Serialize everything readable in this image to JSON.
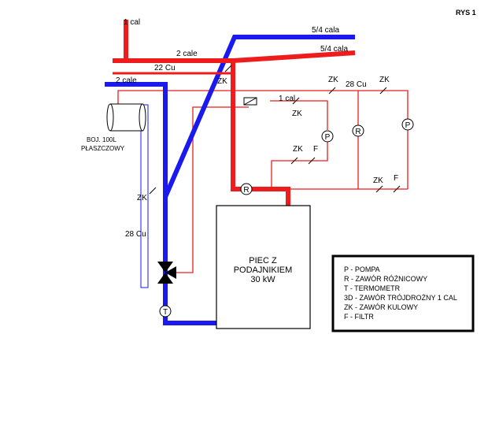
{
  "figure_label": "RYS 1",
  "pipes": {
    "red_top_short": "1 cal",
    "red_2cale": "2 cale",
    "blue_54": "5/4 cala",
    "red_54": "5/4 cala",
    "red_22cu": "22 Cu",
    "blue_2cale": "2 cale",
    "zk_top_left": "ZK",
    "zk_top_mid": "ZK",
    "zk_top_right": "ZK",
    "cu28_top": "28 Cu",
    "one_cal": "1 cal",
    "zk_filter_branch": "ZK",
    "zk_lower_mid": "ZK",
    "f_mid": "F",
    "zk_lower_right": "ZK",
    "f_right": "F",
    "zk_left": "ZK",
    "cu28_left": "28 Cu"
  },
  "boiler_tank": {
    "line1": "BOJ. 100L",
    "line2": "PŁASZCZOWY"
  },
  "furnace": {
    "line1": "PIEC Z",
    "line2": "PODAJNIKIEM",
    "line3": "30 kW"
  },
  "symbols": {
    "pump_a": "P",
    "pump_b": "P",
    "valve_r_mid": "R",
    "valve_r_bottom": "R",
    "thermometer": "T"
  },
  "legend": {
    "items": [
      "P - POMPA",
      "R - ZAWÓR RÓŻNICOWY",
      "T - TERMOMETR",
      "3D - ZAWÓR TRÓJDROŻNY 1 CAL",
      "ZK - ZAWÓR KULOWY",
      "F - FILTR"
    ]
  },
  "colors": {
    "hot": "#ee1c1c",
    "cold": "#1a1aee",
    "line": "#000000"
  }
}
